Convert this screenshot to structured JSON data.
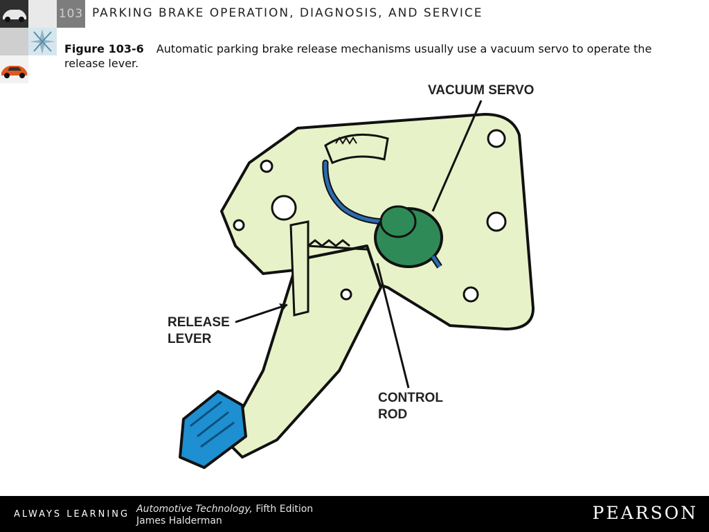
{
  "header": {
    "chapter_number": "103",
    "chapter_title": "PARKING BRAKE OPERATION, DIAGNOSIS, AND SERVICE"
  },
  "caption": {
    "label": "Figure 103-6",
    "text": "Automatic parking brake release mechanisms usually use a vacuum servo to operate the release lever."
  },
  "figure": {
    "callouts": {
      "vacuum_servo": "VACUUM SERVO",
      "release_lever": "RELEASE\nLEVER",
      "control_rod": "CONTROL\nROD"
    },
    "colors": {
      "bracket": "#e8f2c8",
      "servo": "#2e8b57",
      "pedal_pad": "#1e8fd0",
      "hose": "#2b6cb0"
    }
  },
  "footer": {
    "slogan": "ALWAYS LEARNING",
    "book_title": "Automotive Technology,",
    "edition": " Fifth Edition",
    "author": "James Halderman",
    "publisher": "PEARSON"
  }
}
